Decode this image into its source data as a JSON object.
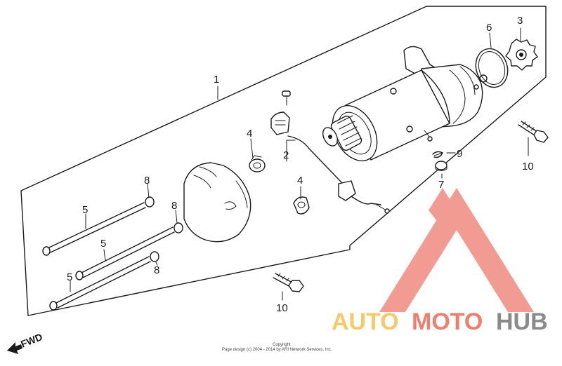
{
  "callouts": {
    "c1": "1",
    "c2": "2",
    "c3": "3",
    "c4a": "4",
    "c4b": "4",
    "c5a": "5",
    "c5b": "5",
    "c5c": "5",
    "c6": "6",
    "c7": "7",
    "c8a": "8",
    "c8b": "8",
    "c8c": "8",
    "c9": "9",
    "c10a": "10",
    "c10b": "10"
  },
  "fwd_label": "FWD",
  "copyright": {
    "line1": "Copyright",
    "line2": "Page design (c) 2004 - 2014 by ARI Network Services, Inc."
  },
  "watermark": {
    "part1": "AUTO",
    "part2": "MOTO",
    "part3": "HUB",
    "color_light": "#f6c96b",
    "color_mid": "#ef7e6e",
    "color_dark": "#8a8a8a",
    "logo_color": "#f08a80"
  }
}
